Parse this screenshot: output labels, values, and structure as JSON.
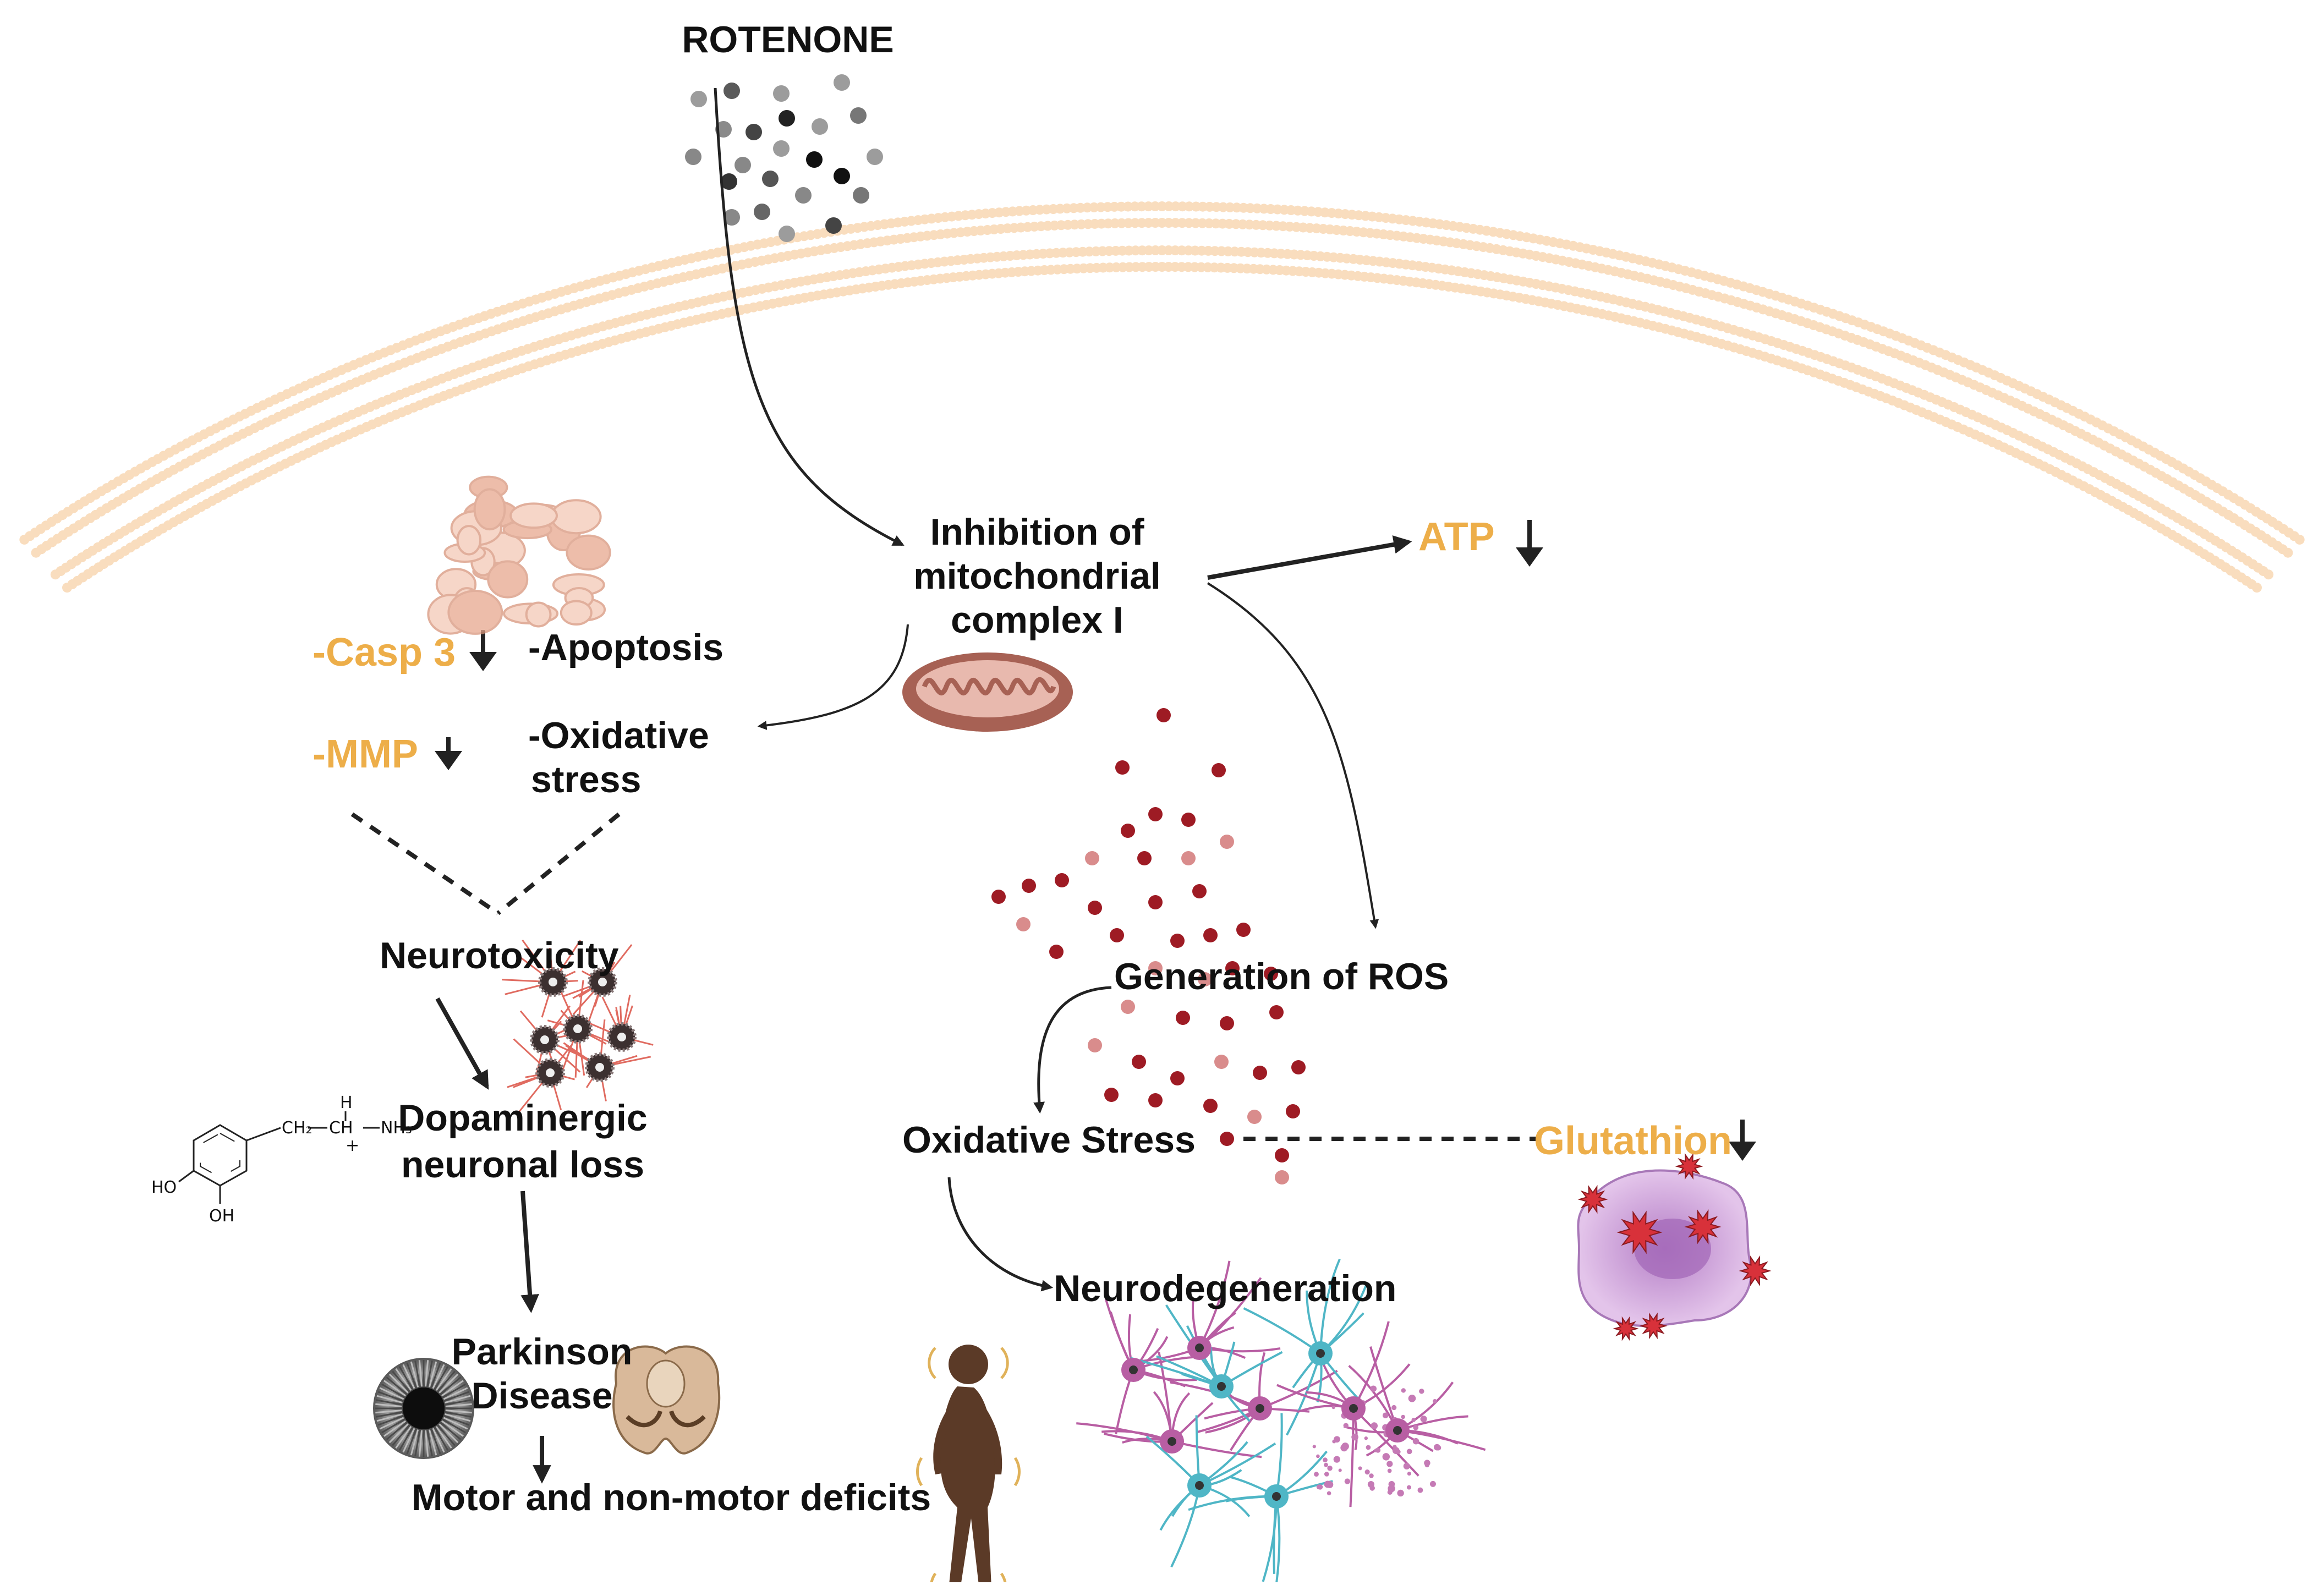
{
  "colors": {
    "accent": "#EDAE49",
    "text": "#111111",
    "arrow": "#222222",
    "membrane": "#F9DDBE",
    "ros": "#9E1B24",
    "ros_light": "#D98C8C",
    "mito": "#A76154",
    "neuron_pink": "#B85EA3",
    "neuron_cyan": "#4FB6C6",
    "cell_purple": "#C99AD6"
  },
  "labels": {
    "rotenone": "ROTENONE",
    "inhibition_1": "Inhibition of",
    "inhibition_2": "mitochondrial",
    "inhibition_3": "complex I",
    "atp": "ATP",
    "casp3": "-Casp 3",
    "apoptosis": "-Apoptosis",
    "mmp": "-MMP",
    "oxidative_1": "-Oxidative",
    "oxidative_2": "stress",
    "neurotoxicity": "Neurotoxicity",
    "dopaminergic_1": "Dopaminergic",
    "dopaminergic_2": "neuronal loss",
    "ros": "Generation of ROS",
    "oxidative_stress": "Oxidative Stress",
    "glutathion": "Glutathion",
    "neurodegeneration": "Neurodegeneration",
    "parkinson_1": "Parkinson",
    "parkinson_2": "Disease",
    "deficits": "Motor and non-motor deficits"
  },
  "chem": {
    "h": "H",
    "ch2": "CH₂",
    "ch": "CH",
    "nh3": "NH₃",
    "plus": "+",
    "oh": "OH",
    "ho": "HO"
  },
  "icons": {
    "membrane": "lipid-bilayer-membrane",
    "rotenone_particles": "rotenone-particles",
    "mitochondrion": "mitochondrion-icon",
    "ros_particles": "ros-particles",
    "apoptotic_cell": "apoptotic-cell-icon",
    "neurotoxic_cells": "damaged-neurons-icon",
    "dopamine": "dopamine-structure",
    "neurons": "neuron-network-icon",
    "oxidized_cell": "oxidized-cell-icon",
    "substantia_nigra": "substantia-nigra-icon",
    "brainstem": "brainstem-section-icon",
    "patient": "tremoring-person-icon"
  }
}
